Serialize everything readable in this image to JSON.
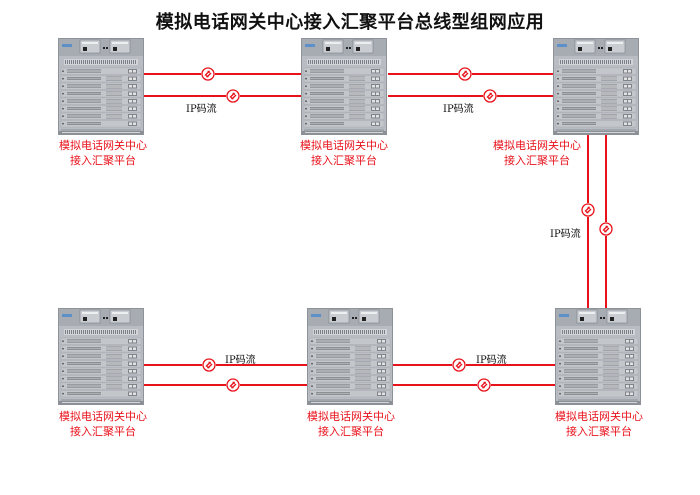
{
  "title": "模拟电话网关中心接入汇聚平台总线型组网应用",
  "colors": {
    "link": "#e8121b",
    "caption": "#e8121b",
    "title": "#111111",
    "chassis_body": "#b9bcc2",
    "chassis_dark": "#7c8089"
  },
  "nodes": [
    {
      "id": "node-top-left",
      "caption_line1": "模拟电话网关中心",
      "caption_line2": "接入汇聚平台"
    },
    {
      "id": "node-top-middle",
      "caption_line1": "模拟电话网关中心",
      "caption_line2": "接入汇聚平台"
    },
    {
      "id": "node-top-right",
      "caption_line1": "模拟电话网关中心",
      "caption_line2": "接入汇聚平台"
    },
    {
      "id": "node-bottom-left",
      "caption_line1": "模拟电话网关中心",
      "caption_line2": "接入汇聚平台"
    },
    {
      "id": "node-bottom-middle",
      "caption_line1": "模拟电话网关中心",
      "caption_line2": "接入汇聚平台"
    },
    {
      "id": "node-bottom-right",
      "caption_line1": "模拟电话网关中心",
      "caption_line2": "接入汇聚平台"
    }
  ],
  "links": [
    {
      "from": "node-top-left",
      "to": "node-top-middle",
      "label": "IP码流",
      "icon": "link-break-icon",
      "count": 2
    },
    {
      "from": "node-top-middle",
      "to": "node-top-right",
      "label": "IP码流",
      "icon": "link-break-icon",
      "count": 2
    },
    {
      "from": "node-top-right",
      "to": "node-bottom-right",
      "label": "IP码流",
      "icon": "link-break-icon",
      "count": 2
    },
    {
      "from": "node-bottom-left",
      "to": "node-bottom-middle",
      "label": "IP码流",
      "icon": "link-break-icon",
      "count": 2
    },
    {
      "from": "node-bottom-middle",
      "to": "node-bottom-right",
      "label": "IP码流",
      "icon": "link-break-icon",
      "count": 2
    }
  ]
}
